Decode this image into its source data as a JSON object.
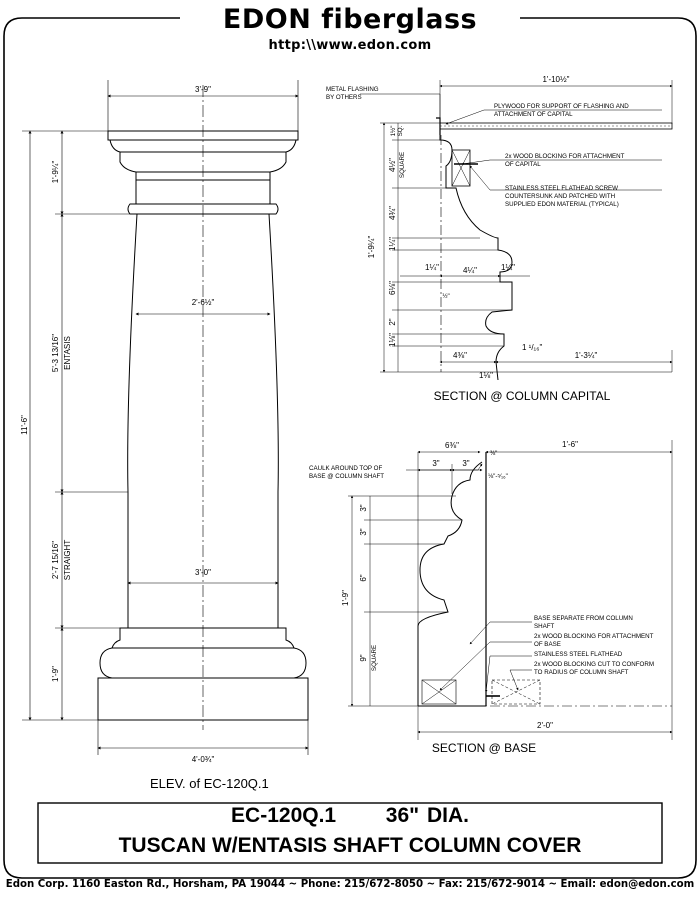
{
  "header": {
    "brand": "EDON fiberglass",
    "url": "http:\\\\www.edon.com"
  },
  "elevation": {
    "caption": "ELEV. of EC-120Q.1",
    "dims": {
      "top_width": "3'-9\"",
      "capital_height": "1'-9¼\"",
      "entasis_height": "5'-3 13/16\"",
      "entasis_label": "ENTASIS",
      "overall_height": "11'-6\"",
      "upper_diameter": "2'-6½\"",
      "straight_height": "2'-7 15/16\"",
      "straight_label": "STRAIGHT",
      "lower_diameter": "3'-0\"",
      "base_height": "1'-9\"",
      "bottom_width": "4'-0¾\""
    }
  },
  "capital_section": {
    "title": "SECTION @ COLUMN CAPITAL",
    "notes": {
      "metal_flashing": [
        "METAL FLASHING",
        "BY OTHERS"
      ],
      "plywood": [
        "PLYWOOD FOR SUPPORT OF FLASHING AND",
        "ATTACHMENT OF CAPITAL"
      ],
      "blocking": [
        "2x WOOD BLOCKING FOR ATTACHMENT",
        "OF CAPITAL"
      ],
      "screw": [
        "STAINLESS STEEL FLATHEAD SCREW",
        "COUNTERSUNK AND PATCHED WITH",
        "SUPPLIED EDON MATERIAL (TYPICAL)"
      ]
    },
    "dims": {
      "overall_width": "1'-10½\"",
      "top": "1½\"",
      "top_sub": "SQ.",
      "d1": "4½\"",
      "d1_sub": "SQUARE",
      "d2": "4¾\"",
      "d3": "1¼\"",
      "height": "1'-9¼\"",
      "d4": "6⅛\"",
      "d5": "2\"",
      "d6": "1⅛\"",
      "w1": "1¼\"",
      "w2": "4¼\"",
      "w3": "1¼\"",
      "w4": "½\"",
      "w5": "4⅜\"",
      "w6": "1'-3¼\"",
      "w7": "1 ¹/₁₆\"",
      "w8": "1⅛\""
    }
  },
  "base_section": {
    "title": "SECTION @ BASE",
    "notes": {
      "caulk": [
        "CAULK AROUND TOP OF",
        "BASE @ COLUMN SHAFT"
      ],
      "base_sep": [
        "BASE SEPARATE FROM COLUMN",
        "SHAFT"
      ],
      "blocking": [
        "2x WOOD BLOCKING FOR ATTACHMENT",
        "OF BASE"
      ],
      "flathead": [
        "STAINLESS STEEL FLATHEAD"
      ],
      "blocking_cut": [
        "2x WOOD BLOCKING CUT TO CONFORM",
        "TO RADIUS OF COLUMN SHAFT"
      ]
    },
    "dims": {
      "w_top": "6⅜\"",
      "w_small": "⅜\"",
      "w_right": "1'-6\"",
      "w3a": "3\"",
      "w3b": "3\"",
      "w_frac": "⅛\"-⁵⁄₁₆\"",
      "h1": "3\"",
      "h2": "3\"",
      "h3": "6\"",
      "height": "1'-9\"",
      "h4": "9\"",
      "h4_sub": "SQUARE",
      "overall": "2'-0\""
    }
  },
  "title_block": {
    "model": "EC-120Q.1",
    "diameter": "36\" DIA.",
    "description": "TUSCAN W/ENTASIS SHAFT COLUMN COVER"
  },
  "footer": "Edon Corp. 1160 Easton Rd., Horsham, PA 19044 ~ Phone: 215/672-8050 ~ Fax: 215/672-9014 ~ Email: edon@edon.com"
}
